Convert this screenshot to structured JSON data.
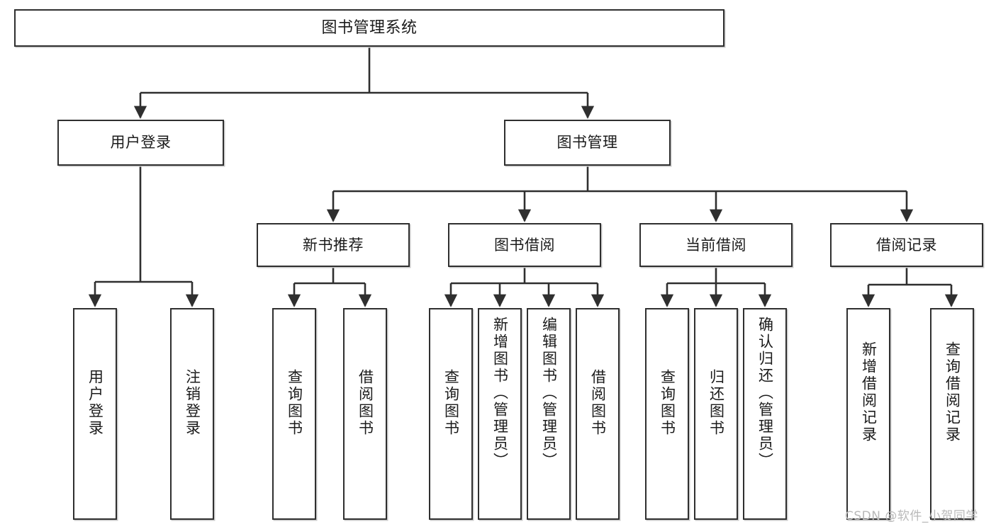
{
  "diagram": {
    "title": "图书管理系统",
    "watermark": "CSDN @软件_小贺同学",
    "colors": {
      "stroke": "#2f2f2f",
      "fill": "#ffffff",
      "text": "#1b1b1b",
      "shadow": "#c9c9c9",
      "watermark": "#b9b9b9"
    },
    "nodes": {
      "root": "图书管理系统",
      "user_login": "用户登录",
      "book_manage": "图书管理",
      "new_book_recommend": "新书推荐",
      "book_borrow": "图书借阅",
      "current_borrow": "当前借阅",
      "borrow_record": "借阅记录",
      "leaf_user_login": "用户登录",
      "leaf_logout": "注销登录",
      "leaf_query_book_a": "查询图书",
      "leaf_borrow_book_a": "借阅图书",
      "leaf_query_book_b": "查询图书",
      "leaf_add_book_admin": "新增图书（管理员）",
      "leaf_edit_book_admin": "编辑图书（管理员）",
      "leaf_borrow_book_b": "借阅图书",
      "leaf_query_book_c": "查询图书",
      "leaf_return_book": "归还图书",
      "leaf_confirm_return_admin": "确认归还（管理员）",
      "leaf_add_borrow_record": "新增借阅记录",
      "leaf_query_borrow_record": "查询借阅记录"
    }
  },
  "chart_data": {
    "type": "diagram",
    "subtype": "tree-hierarchy",
    "title": "图书管理系统",
    "orientation": "top-down",
    "levels": 4,
    "edge_style": "orthogonal-elbow-with-arrowhead",
    "tree": {
      "label": "图书管理系统",
      "children": [
        {
          "label": "用户登录",
          "children": [
            {
              "label": "用户登录",
              "children": []
            },
            {
              "label": "注销登录",
              "children": []
            }
          ]
        },
        {
          "label": "图书管理",
          "children": [
            {
              "label": "新书推荐",
              "children": [
                {
                  "label": "查询图书",
                  "children": []
                },
                {
                  "label": "借阅图书",
                  "children": []
                }
              ]
            },
            {
              "label": "图书借阅",
              "children": [
                {
                  "label": "查询图书",
                  "children": []
                },
                {
                  "label": "新增图书（管理员）",
                  "children": []
                },
                {
                  "label": "编辑图书（管理员）",
                  "children": []
                },
                {
                  "label": "借阅图书",
                  "children": []
                }
              ]
            },
            {
              "label": "当前借阅",
              "children": [
                {
                  "label": "查询图书",
                  "children": []
                },
                {
                  "label": "归还图书",
                  "children": []
                },
                {
                  "label": "确认归还（管理员）",
                  "children": []
                }
              ]
            },
            {
              "label": "借阅记录",
              "children": [
                {
                  "label": "新增借阅记录",
                  "children": []
                },
                {
                  "label": "查询借阅记录",
                  "children": []
                }
              ]
            }
          ]
        }
      ]
    }
  }
}
